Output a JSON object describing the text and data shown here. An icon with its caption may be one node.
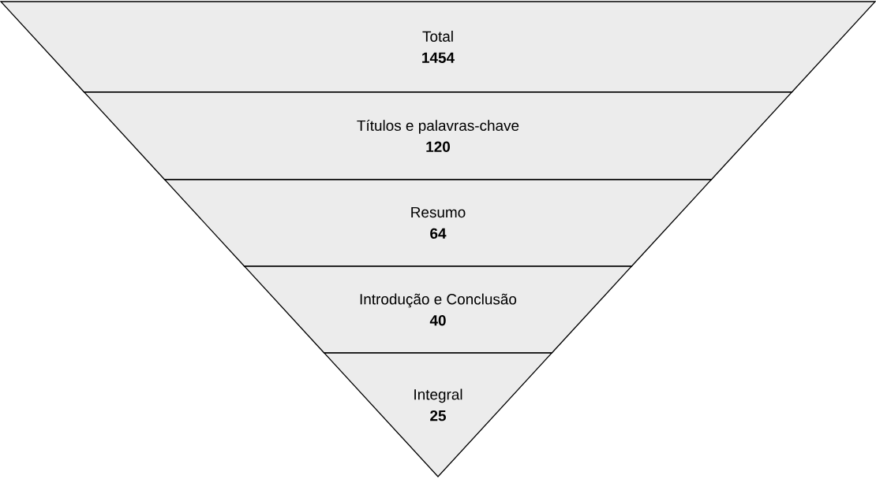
{
  "diagram": {
    "nodes": [
      {
        "text": [
          "Total",
          "1454"
        ]
      },
      {
        "text": [
          "Títulos e palavras-chave",
          "120"
        ]
      },
      {
        "text": [
          "Resumo",
          "64"
        ]
      },
      {
        "text": [
          "Introdução e Conclusão",
          "40"
        ]
      },
      {
        "text": [
          "Integral",
          "25"
        ]
      }
    ]
  }
}
